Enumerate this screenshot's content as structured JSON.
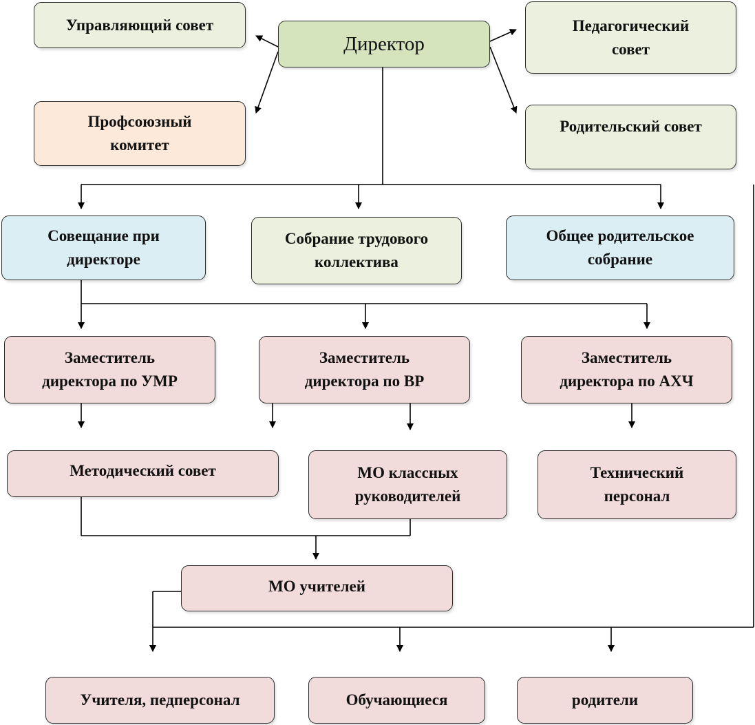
{
  "colors": {
    "green_dark": "#d6e4bd",
    "green_light": "#ebf1de",
    "peach": "#fce9da",
    "blue": "#dbeef4",
    "pink": "#f2dcdb",
    "line": "#000000"
  },
  "nodes": {
    "director": "Директор",
    "governing_council": "Управляющий совет",
    "pedagogical_council": "Педагогический\nсовет",
    "trade_union": "Профсоюзный\nкомитет",
    "parents_council": "Родительский совет",
    "director_meeting": "Совещание при\nдиректоре",
    "labor_assembly": "Собрание трудового\nколлектива",
    "parents_assembly": "Общее родительское\nсобрание",
    "deputy_umr": "Заместитель\nдиректора по УМР",
    "deputy_vr": "Заместитель\nдиректора по ВР",
    "deputy_ahch": "Заместитель\nдиректора по АХЧ",
    "methodical_council": "Методический совет",
    "mo_class_teachers": "МО классных\nруководителей",
    "technical_staff": "Технический\nперсонал",
    "mo_teachers": "МО учителей",
    "teachers_staff": "Учителя, педперсонал",
    "students": "Обучающиеся",
    "parents": "родители"
  }
}
